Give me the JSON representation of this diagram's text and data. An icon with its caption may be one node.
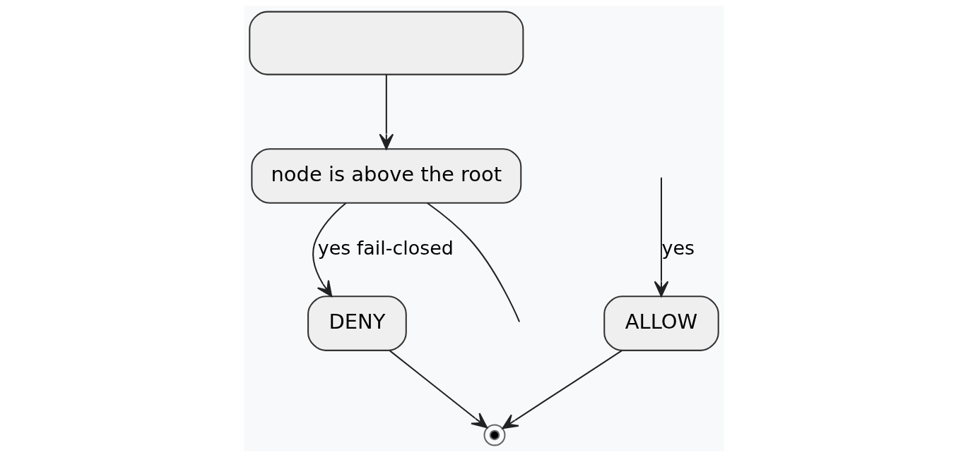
{
  "diagram": {
    "nodes": [
      {
        "text": [],
        "shape": "box"
      },
      {
        "text": [
          "node is above the root"
        ]
      },
      {
        "text": [
          "ALLOW"
        ]
      },
      {
        "text": [
          "DENY"
        ]
      },
      {
        "text": [],
        "shape": "circle"
      }
    ],
    "edges": [
      {
        "from": 0,
        "to": 1,
        "arrow": "to"
      },
      {
        "from": 1,
        "to": null,
        "arrow": "none"
      },
      {
        "from": null,
        "to": 2,
        "label": "yes",
        "arrow": "to"
      },
      {
        "from": 1,
        "to": 3,
        "label": "yes fail-closed",
        "arrow": "to"
      },
      {
        "from": 2,
        "to": 4,
        "arrow": "to"
      },
      {
        "from": 3,
        "to": 4,
        "arrow": "to"
      }
    ]
  }
}
